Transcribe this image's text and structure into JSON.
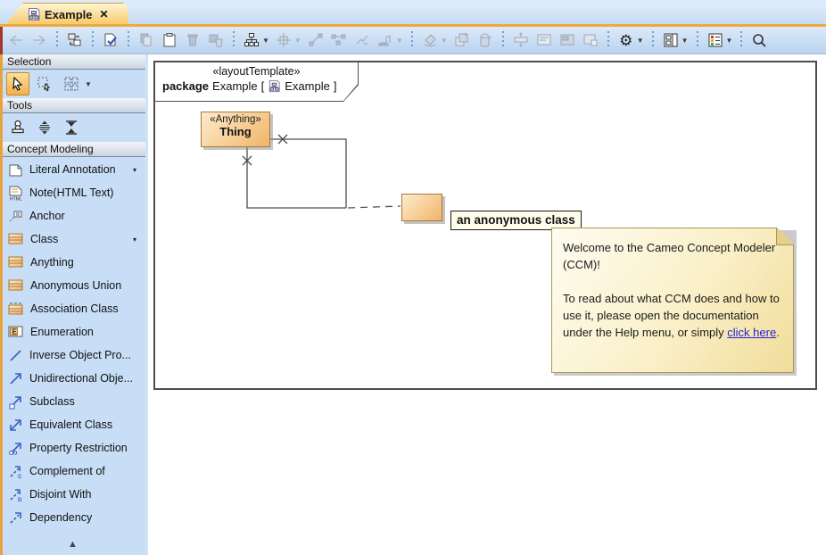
{
  "tab_bar": {
    "tab": {
      "label": "Example",
      "icon": "diagram-icon",
      "close_glyph": "✕"
    }
  },
  "toolbar": {
    "icon_names": [
      "back-icon",
      "forward-icon",
      "select-in-containment-tree-icon",
      "validation-icon",
      "copy-icon",
      "paste-icon",
      "delete-icon",
      "delete-from-view-icon",
      "layout-tree-icon",
      "align-icon",
      "line-style-icon",
      "path-style-icon",
      "oblique-path-icon",
      "rectilinear-path-icon",
      "fill-color-icon",
      "bring-to-front-icon",
      "format-painter-icon",
      "make-same-size-icon",
      "show-window-1-icon",
      "show-window-2-icon",
      "show-window-3-icon",
      "gear-icon",
      "window-layout-icon",
      "properties-list-icon",
      "magnifier-icon"
    ]
  },
  "sidebar": {
    "sections": {
      "selection": {
        "title": "Selection",
        "tools": [
          "cursor-tool-icon",
          "marquee-select-icon",
          "multi-select-grid-icon"
        ]
      },
      "tools": {
        "title": "Tools",
        "tools": [
          "stamp-tool-icon",
          "distribute-vertical-icon",
          "match-size-icon"
        ]
      },
      "concept_modeling": {
        "title": "Concept Modeling",
        "items": [
          {
            "label": "Literal Annotation",
            "icon": "literal-annotation-icon",
            "dropdown": "▾"
          },
          {
            "label": "Note(HTML Text)",
            "icon": "note-html-icon"
          },
          {
            "label": "Anchor",
            "icon": "anchor-icon"
          },
          {
            "label": "Class",
            "icon": "class-icon",
            "dropdown": "▾"
          },
          {
            "label": "Anything",
            "icon": "anything-icon"
          },
          {
            "label": "Anonymous Union",
            "icon": "anonymous-union-icon"
          },
          {
            "label": "Association Class",
            "icon": "association-class-icon"
          },
          {
            "label": "Enumeration",
            "icon": "enumeration-icon"
          },
          {
            "label": "Inverse Object Pro...",
            "icon": "inverse-object-property-icon"
          },
          {
            "label": "Unidirectional Obje...",
            "icon": "unidirectional-object-property-icon"
          },
          {
            "label": "Subclass",
            "icon": "subclass-icon"
          },
          {
            "label": "Equivalent Class",
            "icon": "equivalent-class-icon"
          },
          {
            "label": "Property Restriction",
            "icon": "property-restriction-icon"
          },
          {
            "label": "Complement of",
            "icon": "complement-of-icon"
          },
          {
            "label": "Disjoint With",
            "icon": "disjoint-with-icon"
          },
          {
            "label": "Dependency",
            "icon": "dependency-icon"
          }
        ],
        "scroll_up_glyph": "▲"
      }
    }
  },
  "diagram": {
    "header": {
      "stereotype": "«layoutTemplate»",
      "keyword": "package",
      "name": "Example",
      "bracket_open": "[",
      "diagram_name": "Example",
      "bracket_close": "]"
    },
    "thing_box": {
      "stereotype": "«Anything»",
      "name": "Thing"
    },
    "anonymous_label": "an anonymous class",
    "note": {
      "para1": "Welcome to the Cameo Concept Modeler (CCM)!",
      "para2_before": "To read about what CCM does and how to use it, please open the documentation under the Help menu, or simply ",
      "link_text": "click here",
      "para2_after": "."
    }
  },
  "colors": {
    "tab_gradient_top": "#fdf4d4",
    "tab_gradient_bottom": "#f7c967",
    "accent_orange": "#efa93d",
    "toolbar_blue": "#c9ddf3",
    "sidebar_blue": "#c7def6",
    "class_fill_light": "#fdeccd",
    "class_fill_dark": "#f1b469",
    "class_border": "#a87838",
    "note_fill_dark": "#f1dc9a",
    "link_blue": "#2323dd"
  }
}
